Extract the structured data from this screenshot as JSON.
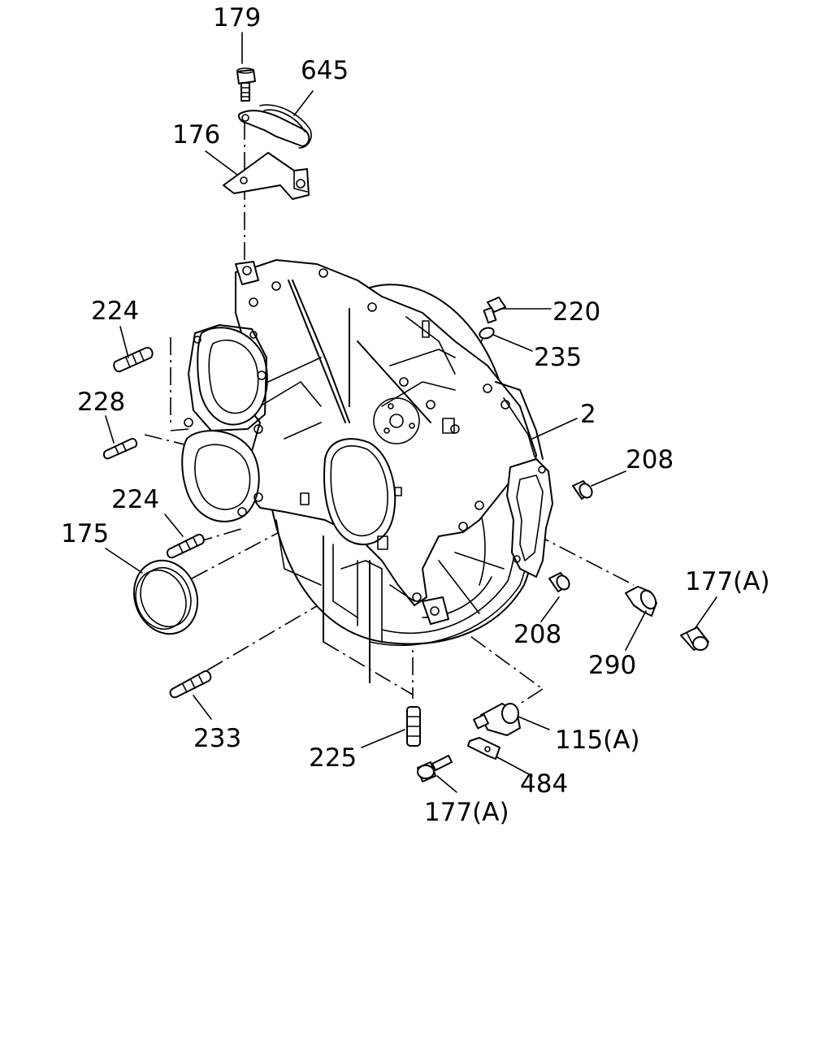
{
  "diagram": {
    "callouts": [
      {
        "id": "179",
        "label": "179"
      },
      {
        "id": "645",
        "label": "645"
      },
      {
        "id": "176",
        "label": "176"
      },
      {
        "id": "224-upper",
        "label": "224"
      },
      {
        "id": "228",
        "label": "228"
      },
      {
        "id": "224-lower",
        "label": "224"
      },
      {
        "id": "175",
        "label": "175"
      },
      {
        "id": "220",
        "label": "220"
      },
      {
        "id": "235",
        "label": "235"
      },
      {
        "id": "2",
        "label": "2"
      },
      {
        "id": "208-upper",
        "label": "208"
      },
      {
        "id": "177A-right",
        "label": "177(A)"
      },
      {
        "id": "208-lower",
        "label": "208"
      },
      {
        "id": "290",
        "label": "290"
      },
      {
        "id": "233",
        "label": "233"
      },
      {
        "id": "225",
        "label": "225"
      },
      {
        "id": "115A",
        "label": "115(A)"
      },
      {
        "id": "484",
        "label": "484"
      },
      {
        "id": "177A-bottom",
        "label": "177(A)"
      }
    ]
  }
}
